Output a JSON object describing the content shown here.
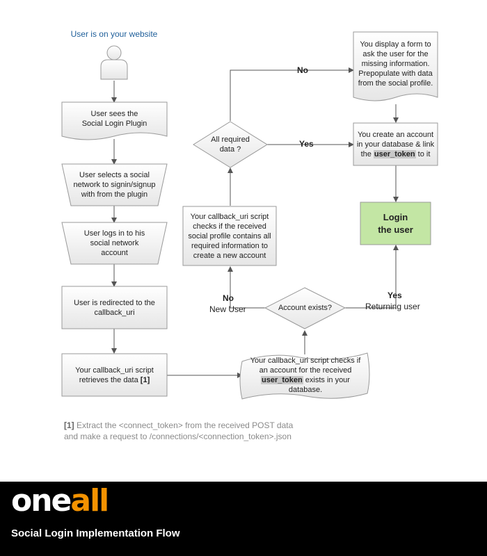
{
  "start_label": "User is on your website",
  "nodes": {
    "sees_plugin": [
      "User sees the",
      "Social Login Plugin"
    ],
    "selects_network": [
      "User selects a social",
      "network to signin/signup",
      "with from  the plugin"
    ],
    "logs_in": [
      "User logs in to his",
      "social network",
      "account"
    ],
    "redirected": [
      "User is redirected to the",
      "callback_uri"
    ],
    "retrieves_pre": [
      "Your callback_uri script",
      "retrieves the data "
    ],
    "retrieves_ref": "[1]",
    "check_account_1": "Your callback_uri script checks if",
    "check_account_2": "an account for the received",
    "check_account_token": "user_token",
    "check_account_3": " exists in your",
    "check_account_4": "database.",
    "account_exists": "Account exists?",
    "check_profile": [
      "Your callback_uri script",
      "checks if the received",
      "social profile contains all",
      "required information to",
      "create a new account"
    ],
    "all_required": [
      "All required",
      "data ?"
    ],
    "display_form": [
      "You display a form to",
      "ask the user for the",
      "missing information.",
      "Prepopulate with data",
      "from the social profile."
    ],
    "create_account_1": "You create an account",
    "create_account_2": "in your database & link",
    "create_account_3": "the ",
    "create_account_token": "user_token",
    "create_account_4": " to it",
    "login": [
      "Login",
      "the user"
    ]
  },
  "edge_labels": {
    "no_top": "No",
    "yes_mid": "Yes",
    "no_new": "No",
    "new_user": "New User",
    "yes_returning": "Yes",
    "returning_user": "Returning user"
  },
  "footnote": {
    "ref": "[1]",
    "line1": " Extract the <connect_token> from the received POST data",
    "line2": "and make a request to /connections/<connection_token>.json"
  },
  "footer": {
    "logo_one": "one",
    "logo_all": "all",
    "subtitle": "Social Login Implementation Flow"
  },
  "colors": {
    "box_fill": "#f0f0f0",
    "box_stroke": "#999999",
    "login_fill": "#c3e6a4",
    "accent": "#f39200",
    "start_text": "#1f5f9a"
  }
}
